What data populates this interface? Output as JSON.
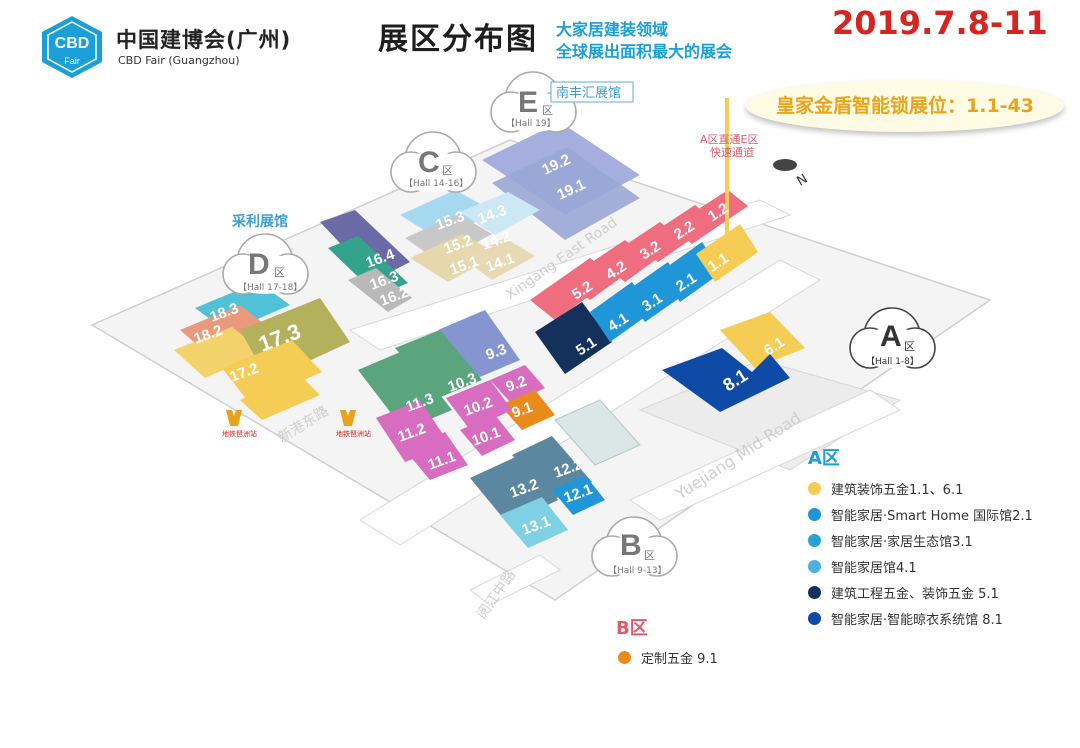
{
  "header": {
    "logo_mark": "CBD",
    "logo_fair": "Fair",
    "logo_cn": "中国建博会(广州)",
    "logo_en": "CBD Fair (Guangzhou)",
    "title": "展区分布图",
    "subtitle_1": "大家居建装领域",
    "subtitle_2": "全球展出面积最大的展会",
    "date": "2019.7.8-11"
  },
  "booth_callout": "皇家金盾智能锁展位：1.1-43",
  "colors": {
    "date": "#d8231f",
    "accent_blue": "#1a9fd8",
    "booth_text": "#e9a41c",
    "pink": "#ef6d7e",
    "green": "#5aa57e",
    "magenta": "#d76cc0",
    "lightblue": "#58b9e6",
    "navy": "#14315c",
    "royal": "#0e4aa6",
    "yellow": "#f5cc54",
    "orange": "#ea8a1a",
    "olive": "#b3b15c",
    "slate": "#5b87a1",
    "purple": "#6a6aa6",
    "teal": "#33a48b",
    "lavender": "#9aa6d6",
    "cyan": "#50c2d8"
  },
  "zones": {
    "A": {
      "letter": "A",
      "zone": "区",
      "hall": "【Hall 1-8】"
    },
    "B": {
      "letter": "B",
      "zone": "区",
      "hall": "【Hall 9-13】"
    },
    "C": {
      "letter": "C",
      "zone": "区",
      "hall": "【Hall 14-16】"
    },
    "D": {
      "letter": "D",
      "zone": "区",
      "hall": "【Hall 17-18】"
    },
    "E": {
      "letter": "E",
      "zone": "区",
      "hall": "【Hall 19】"
    }
  },
  "map_labels": {
    "nanfeng": "南丰汇展馆",
    "caili": "采利展馆",
    "passage_1": "A区直通E区",
    "passage_2": "快速通道",
    "compass": "N",
    "road_xingang_east": "Xingang East Road",
    "road_yuejiang_mid": "Yuejiang Mid Road",
    "road_xingang_cn": "新港东路",
    "road_yuejiang_cn": "阅江中路",
    "metro_1": "地铁琶洲站",
    "metro_2": "地铁琶洲站"
  },
  "halls": [
    {
      "label": "1.2",
      "color": "pink"
    },
    {
      "label": "2.2",
      "color": "pink"
    },
    {
      "label": "3.2",
      "color": "pink"
    },
    {
      "label": "4.2",
      "color": "pink"
    },
    {
      "label": "5.2",
      "color": "pink"
    },
    {
      "label": "1.1",
      "color": "yellow"
    },
    {
      "label": "2.1",
      "color": "lightblue"
    },
    {
      "label": "3.1",
      "color": "lightblue"
    },
    {
      "label": "4.1",
      "color": "lightblue"
    },
    {
      "label": "5.1",
      "color": "navy"
    },
    {
      "label": "6.1",
      "color": "yellow"
    },
    {
      "label": "8.1",
      "color": "royal"
    },
    {
      "label": "9.3",
      "color": "lavender"
    },
    {
      "label": "9.2",
      "color": "magenta"
    },
    {
      "label": "9.1",
      "color": "orange"
    },
    {
      "label": "10.3",
      "color": "green"
    },
    {
      "label": "10.2",
      "color": "magenta"
    },
    {
      "label": "10.1",
      "color": "magenta"
    },
    {
      "label": "11.3",
      "color": "green"
    },
    {
      "label": "11.2",
      "color": "magenta"
    },
    {
      "label": "11.1",
      "color": "magenta"
    },
    {
      "label": "12.2",
      "color": "slate"
    },
    {
      "label": "12.1",
      "color": "lightblue"
    },
    {
      "label": "13.2",
      "color": "slate"
    },
    {
      "label": "13.1",
      "color": "cyan"
    },
    {
      "label": "14.3",
      "color": "lightblue"
    },
    {
      "label": "14.2",
      "color": "lightgray"
    },
    {
      "label": "14.1",
      "color": "tan"
    },
    {
      "label": "15.3",
      "color": "lightblue"
    },
    {
      "label": "15.2",
      "color": "lightgray"
    },
    {
      "label": "15.1",
      "color": "tan"
    },
    {
      "label": "16.4",
      "color": "purple"
    },
    {
      "label": "16.3",
      "color": "teal"
    },
    {
      "label": "16.2",
      "color": "lightgray"
    },
    {
      "label": "17.3",
      "color": "olive"
    },
    {
      "label": "17.2",
      "color": "yellow"
    },
    {
      "label": "18.3",
      "color": "cyan"
    },
    {
      "label": "18.2",
      "color": "salmon"
    },
    {
      "label": "19.2",
      "color": "lavender"
    },
    {
      "label": "19.1",
      "color": "lavender"
    }
  ],
  "legend": {
    "a_title": "A区",
    "a_items": [
      {
        "text": "建筑装饰五金1.1、6.1",
        "color": "#f5cc54"
      },
      {
        "text": "智能家居·Smart Home 国际馆2.1",
        "color": "#1e96d8"
      },
      {
        "text": "智能家居·家居生态馆3.1",
        "color": "#2aa0d6"
      },
      {
        "text": "智能家居馆4.1",
        "color": "#4cb0e0"
      },
      {
        "text": "建筑工程五金、装饰五金 5.1",
        "color": "#14315c"
      },
      {
        "text": "智能家居·智能晾衣系统馆 8.1",
        "color": "#0e4aa6"
      }
    ],
    "b_title": "B区",
    "b_items": [
      {
        "text": "定制五金 9.1",
        "color": "#ea8a1a"
      }
    ]
  }
}
